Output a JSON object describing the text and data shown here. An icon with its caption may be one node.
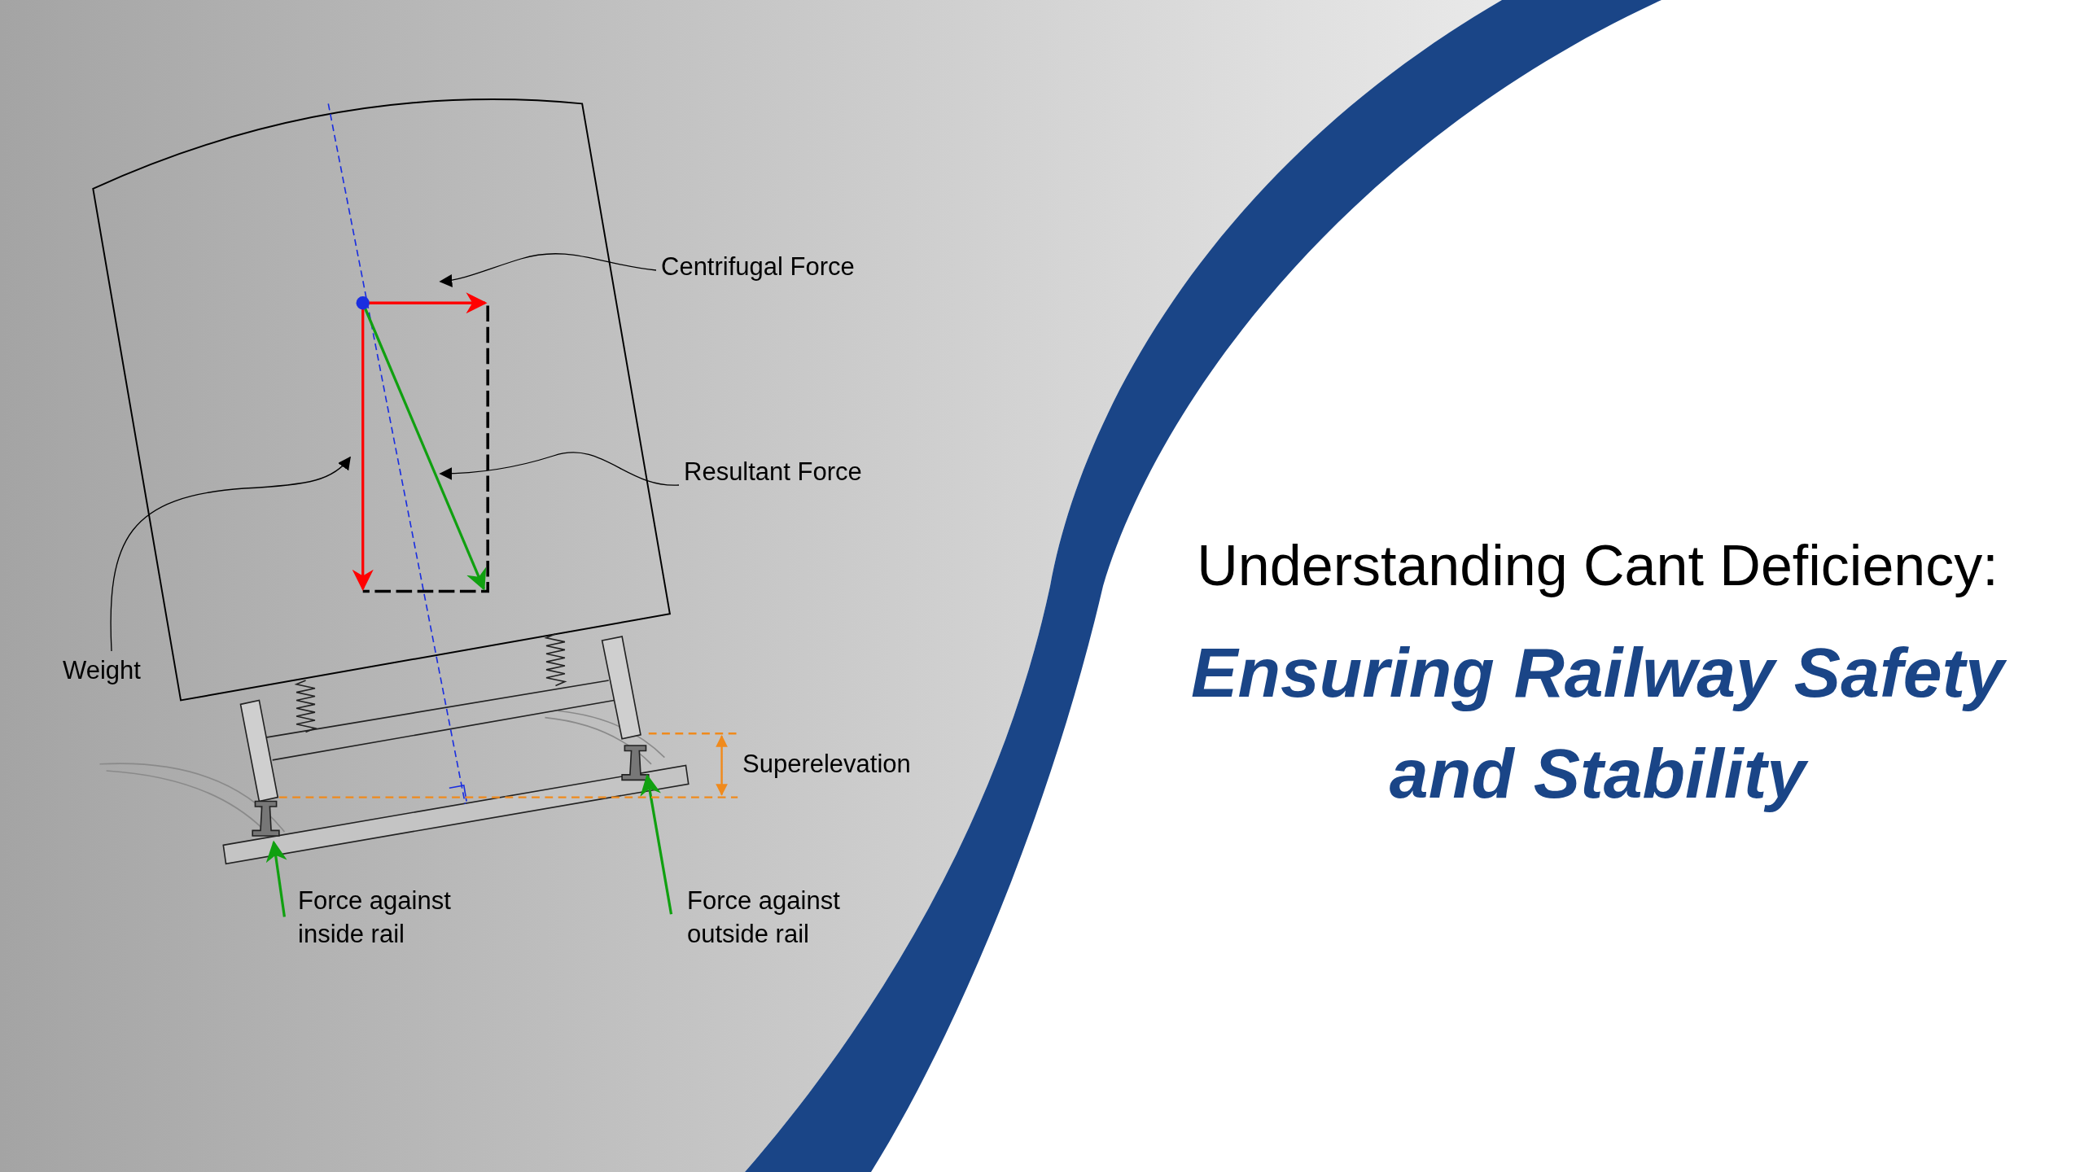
{
  "diagram": {
    "title": "Understanding Cant Deficiency:",
    "nodes": [
      {
        "text": [
          "Centrifugal Force"
        ]
      },
      {
        "text": [
          "Resultant Force"
        ]
      },
      {
        "text": [
          "Weight"
        ]
      }
    ],
    "edges": [
      {
        "from": 0,
        "to": null,
        "arrow": "to"
      },
      {
        "from": 1,
        "to": null,
        "arrow": "to"
      },
      {
        "from": 2,
        "to": null,
        "arrow": "to"
      }
    ],
    "labels": [
      "Superelevation",
      "Force against inside rail",
      "Force against outside rail",
      "Ensuring Railway Safety and Stability"
    ]
  }
}
